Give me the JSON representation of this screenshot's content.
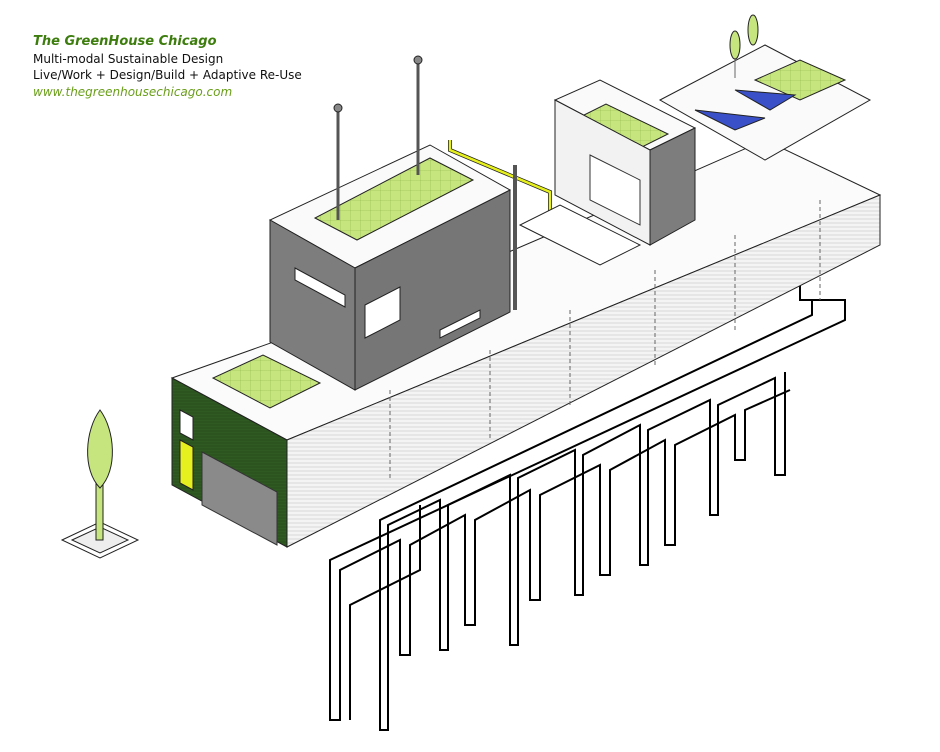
{
  "caption": {
    "title": "The GreenHouse Chicago",
    "line1": "Multi-modal  Sustainable Design",
    "line2": "Live/Work + Design/Build +  Adaptive Re-Use",
    "url": "www.thegreenhousechicago.com"
  },
  "colors": {
    "green_roof": "#c6e57f",
    "wall_gray": "#7d7d7d",
    "facade_green": "#2f5a22",
    "accent_yellow": "#e6f01e",
    "solar_blue": "#3a50c8"
  }
}
